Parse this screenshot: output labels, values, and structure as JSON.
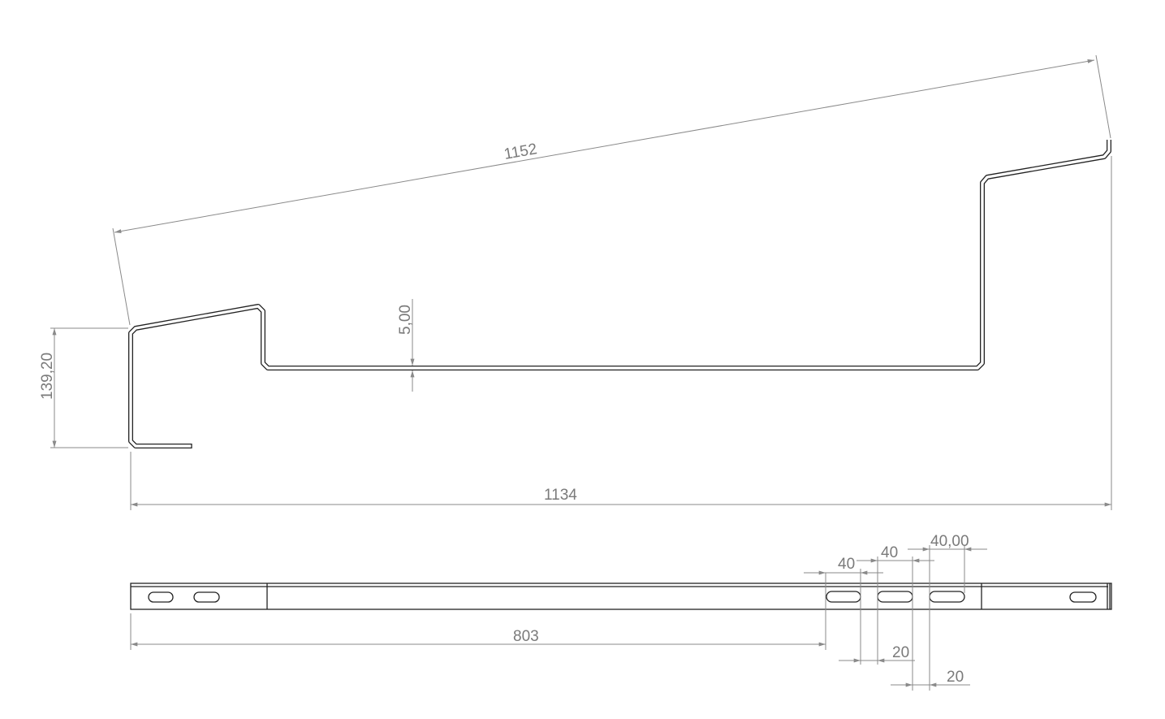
{
  "drawing": {
    "side_view": {
      "overall_slant_length": "1152",
      "flange_height": "139,20",
      "thickness": "5,00",
      "overall_width": "1134"
    },
    "plan_view": {
      "slot_offset": "803",
      "slot_width_1": "40",
      "slot_width_2": "40",
      "slot_width_3": "40,00",
      "slot_gap_1": "20",
      "slot_gap_2": "20"
    }
  }
}
